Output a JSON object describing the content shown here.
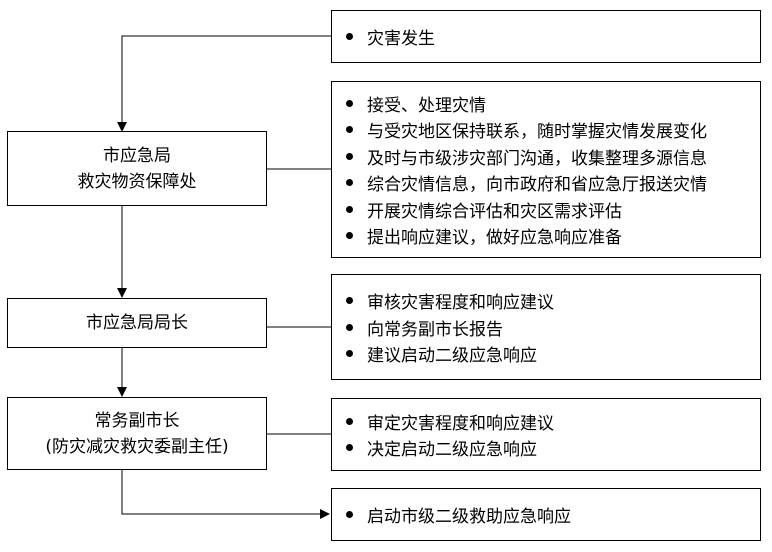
{
  "nodes": [
    {
      "id": "office",
      "lines": [
        "市应急局",
        "救灾物资保障处"
      ]
    },
    {
      "id": "director",
      "lines": [
        "市应急局局长"
      ]
    },
    {
      "id": "vice_mayor",
      "lines": [
        "常务副市长",
        "(防灾减灾救灾委副主任)"
      ]
    }
  ],
  "notes": [
    {
      "id": "disaster",
      "items": [
        "灾害发生"
      ]
    },
    {
      "id": "office_tasks",
      "items": [
        "接受、处理灾情",
        "与受灾地区保持联系，随时掌握灾情发展变化",
        "及时与市级涉灾部门沟通，收集整理多源信息",
        "综合灾情信息，向市政府和省应急厅报送灾情",
        "开展灾情综合评估和灾区需求评估",
        "提出响应建议，做好应急响应准备"
      ]
    },
    {
      "id": "director_tasks",
      "items": [
        "审核灾害程度和响应建议",
        "向常务副市长报告",
        "建议启动二级应急响应"
      ]
    },
    {
      "id": "vice_mayor_tasks",
      "items": [
        "审定灾害程度和响应建议",
        "决定启动二级应急响应"
      ]
    },
    {
      "id": "launch",
      "items": [
        "启动市级二级救助应急响应"
      ]
    }
  ]
}
